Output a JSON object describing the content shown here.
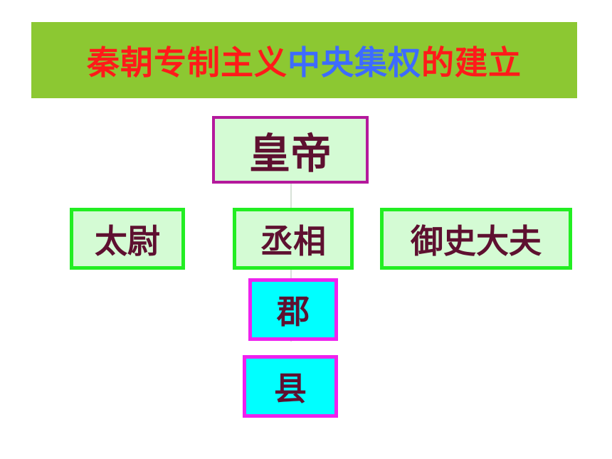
{
  "title": {
    "part1": "秦朝专制主义",
    "part2": "中央集权",
    "part3": "的建立"
  },
  "nodes": {
    "emperor": "皇帝",
    "taiwei": "太尉",
    "chengxiang": "丞相",
    "yushi_dafu": "御史大夫",
    "jun": "郡",
    "xian": "县"
  },
  "colors": {
    "banner_bg": "#8cc832",
    "title_red": "#ff1a1a",
    "title_blue": "#3d6bff",
    "node_text": "#5e1030",
    "green_box_bg": "#d4fbd4",
    "green_border": "#22ee22",
    "emperor_border": "#b4199c",
    "cyan_box_bg": "#00ffff",
    "magenta_border": "#ee22ee"
  }
}
